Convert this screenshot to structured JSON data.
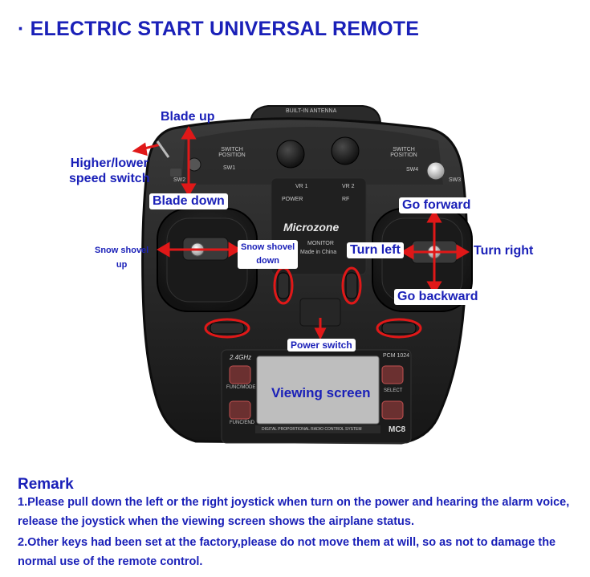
{
  "title": "· ELECTRIC START UNIVERSAL REMOTE",
  "device": {
    "antenna_label": "BUILT-IN ANTENNA",
    "switch_position_left": "SWITCH POSITION",
    "switch_position_right": "SWITCH POSITION",
    "sw1": "SW1",
    "sw2": "SW2",
    "sw3": "SW3",
    "sw4": "SW4",
    "vr1": "VR 1",
    "vr2": "VR 2",
    "power": "POWER",
    "rf": "RF",
    "brand": "Microzone",
    "monitor": "MONITOR",
    "made_in": "Made in China",
    "band": "2.4GHz",
    "pcm": "PCM 1024",
    "func_mode": "FUNC/MODE",
    "func_end": "FUNC/END",
    "select": "SELECT",
    "system": "DIGITAL PROPORTIONAL RADIO CONTROL SYSTEM",
    "model": "MC8"
  },
  "labels": {
    "blade_up": "Blade up",
    "speed_switch_1": "Higher/lower",
    "speed_switch_2": "speed switch",
    "blade_down": "Blade down",
    "shovel_up_1": "Snow shovel",
    "shovel_up_2": "up",
    "shovel_down_1": "Snow shovel",
    "shovel_down_2": "down",
    "go_forward": "Go forward",
    "turn_left": "Turn left",
    "turn_right": "Turn right",
    "go_backward": "Go backward",
    "power_switch": "Power switch",
    "viewing_screen": "Viewing screen"
  },
  "remark": {
    "heading": "Remark",
    "line1": "1.Please pull down the left or the right joystick when turn on the power and hearing the alarm voice, release the joystick when the viewing screen shows the airplane status.",
    "line2": "2.Other keys had been set at the factory,please do not move them at will, so as not to damage the normal use of the remote control."
  },
  "colors": {
    "text": "#1a20b8",
    "arrow": "#e01818",
    "body": "#1e1e1e"
  }
}
